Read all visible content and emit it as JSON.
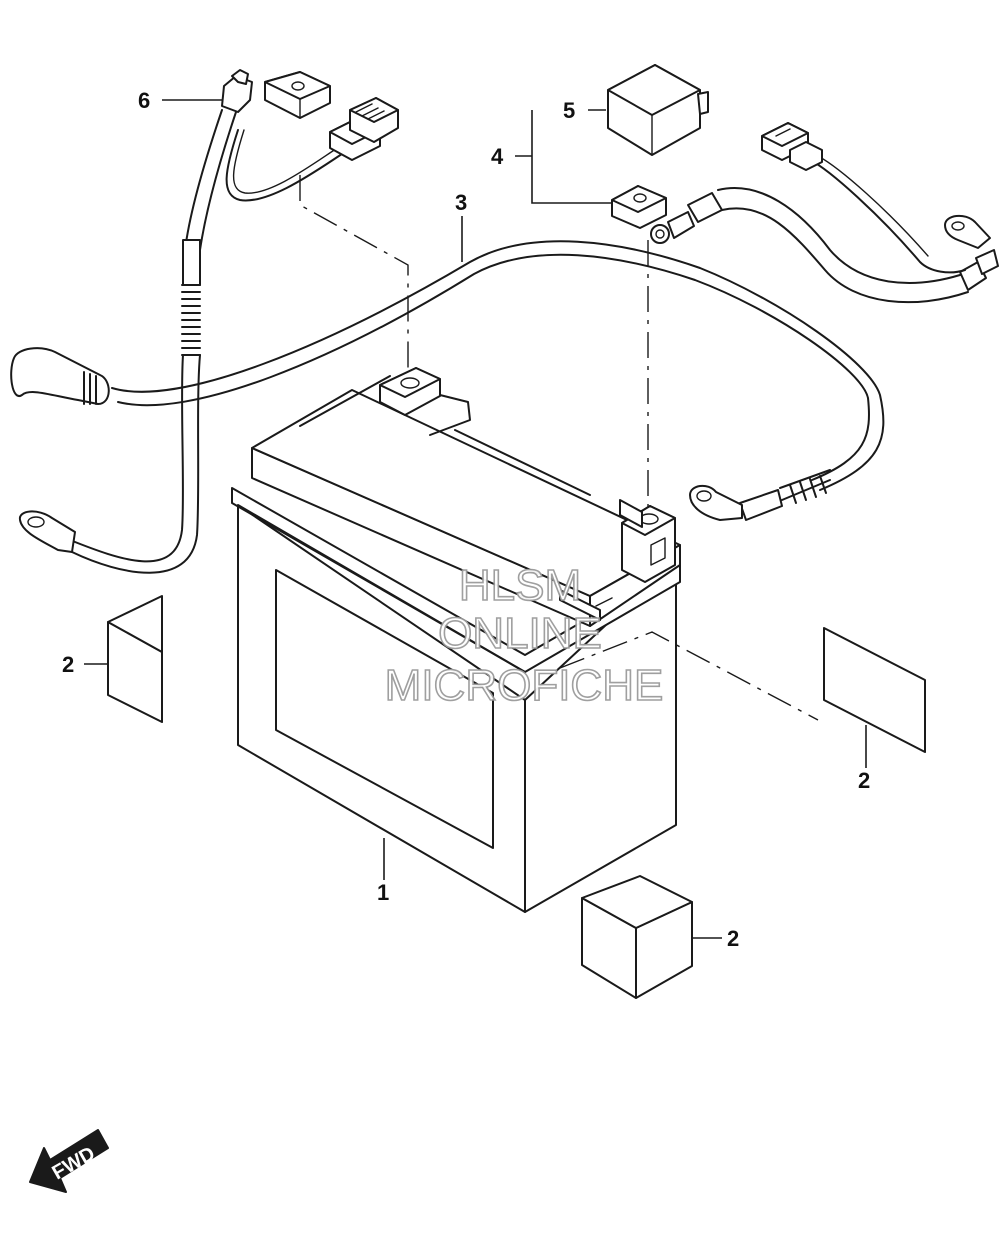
{
  "callouts": [
    {
      "id": "battery",
      "label": "1"
    },
    {
      "id": "pad-left",
      "label": "2"
    },
    {
      "id": "pad-right",
      "label": "2"
    },
    {
      "id": "pad-bottom",
      "label": "2"
    },
    {
      "id": "negative-cable",
      "label": "3"
    },
    {
      "id": "positive-cable-assembly",
      "label": "4"
    },
    {
      "id": "terminal-cap",
      "label": "5"
    },
    {
      "id": "harness-lead",
      "label": "6"
    }
  ],
  "watermark": {
    "line1": "HLSM",
    "line2": "ONLINE",
    "line3": "MICROFICHE"
  },
  "direction_indicator": {
    "label": "FWD",
    "icon": "fwd-arrow-icon"
  }
}
